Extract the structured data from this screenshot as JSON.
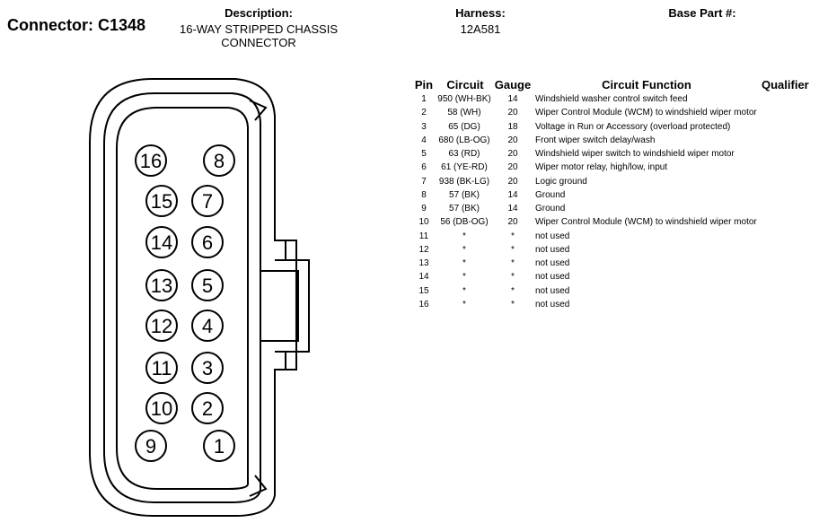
{
  "header": {
    "connector_title": "Connector: C1348",
    "description_label": "Description:",
    "description_line1": "16-WAY STRIPPED CHASSIS",
    "description_line2": "CONNECTOR",
    "harness_label": "Harness:",
    "harness_value": "12A581",
    "base_part_label": "Base Part #:"
  },
  "table": {
    "headers": {
      "pin": "Pin",
      "circuit": "Circuit",
      "gauge": "Gauge",
      "function": "Circuit Function",
      "qualifier": "Qualifier"
    },
    "rows": [
      {
        "pin": "1",
        "circuit": "950 (WH-BK)",
        "gauge": "14",
        "function": "Windshield washer control switch feed"
      },
      {
        "pin": "2",
        "circuit": "58 (WH)",
        "gauge": "20",
        "function": "Wiper Control Module (WCM) to windshield wiper motor"
      },
      {
        "pin": "3",
        "circuit": "65 (DG)",
        "gauge": "18",
        "function": "Voltage in Run or Accessory (overload protected)"
      },
      {
        "pin": "4",
        "circuit": "680 (LB-OG)",
        "gauge": "20",
        "function": "Front wiper switch delay/wash"
      },
      {
        "pin": "5",
        "circuit": "63 (RD)",
        "gauge": "20",
        "function": "Windshield wiper switch to windshield wiper motor"
      },
      {
        "pin": "6",
        "circuit": "61 (YE-RD)",
        "gauge": "20",
        "function": "Wiper motor relay, high/low, input"
      },
      {
        "pin": "7",
        "circuit": "938 (BK-LG)",
        "gauge": "20",
        "function": "Logic ground"
      },
      {
        "pin": "8",
        "circuit": "57 (BK)",
        "gauge": "14",
        "function": "Ground"
      },
      {
        "pin": "9",
        "circuit": "57 (BK)",
        "gauge": "14",
        "function": "Ground"
      },
      {
        "pin": "10",
        "circuit": "56 (DB-OG)",
        "gauge": "20",
        "function": "Wiper Control Module (WCM) to windshield wiper motor"
      },
      {
        "pin": "11",
        "circuit": "*",
        "gauge": "*",
        "function": "not used"
      },
      {
        "pin": "12",
        "circuit": "*",
        "gauge": "*",
        "function": "not used"
      },
      {
        "pin": "13",
        "circuit": "*",
        "gauge": "*",
        "function": "not used"
      },
      {
        "pin": "14",
        "circuit": "*",
        "gauge": "*",
        "function": "not used"
      },
      {
        "pin": "15",
        "circuit": "*",
        "gauge": "*",
        "function": "not used"
      },
      {
        "pin": "16",
        "circuit": "*",
        "gauge": "*",
        "function": "not used"
      }
    ]
  },
  "connector_face": {
    "left_column_pins": [
      "16",
      "15",
      "14",
      "13",
      "12",
      "11",
      "10",
      "9"
    ],
    "right_column_pins": [
      "8",
      "7",
      "6",
      "5",
      "4",
      "3",
      "2",
      "1"
    ]
  }
}
